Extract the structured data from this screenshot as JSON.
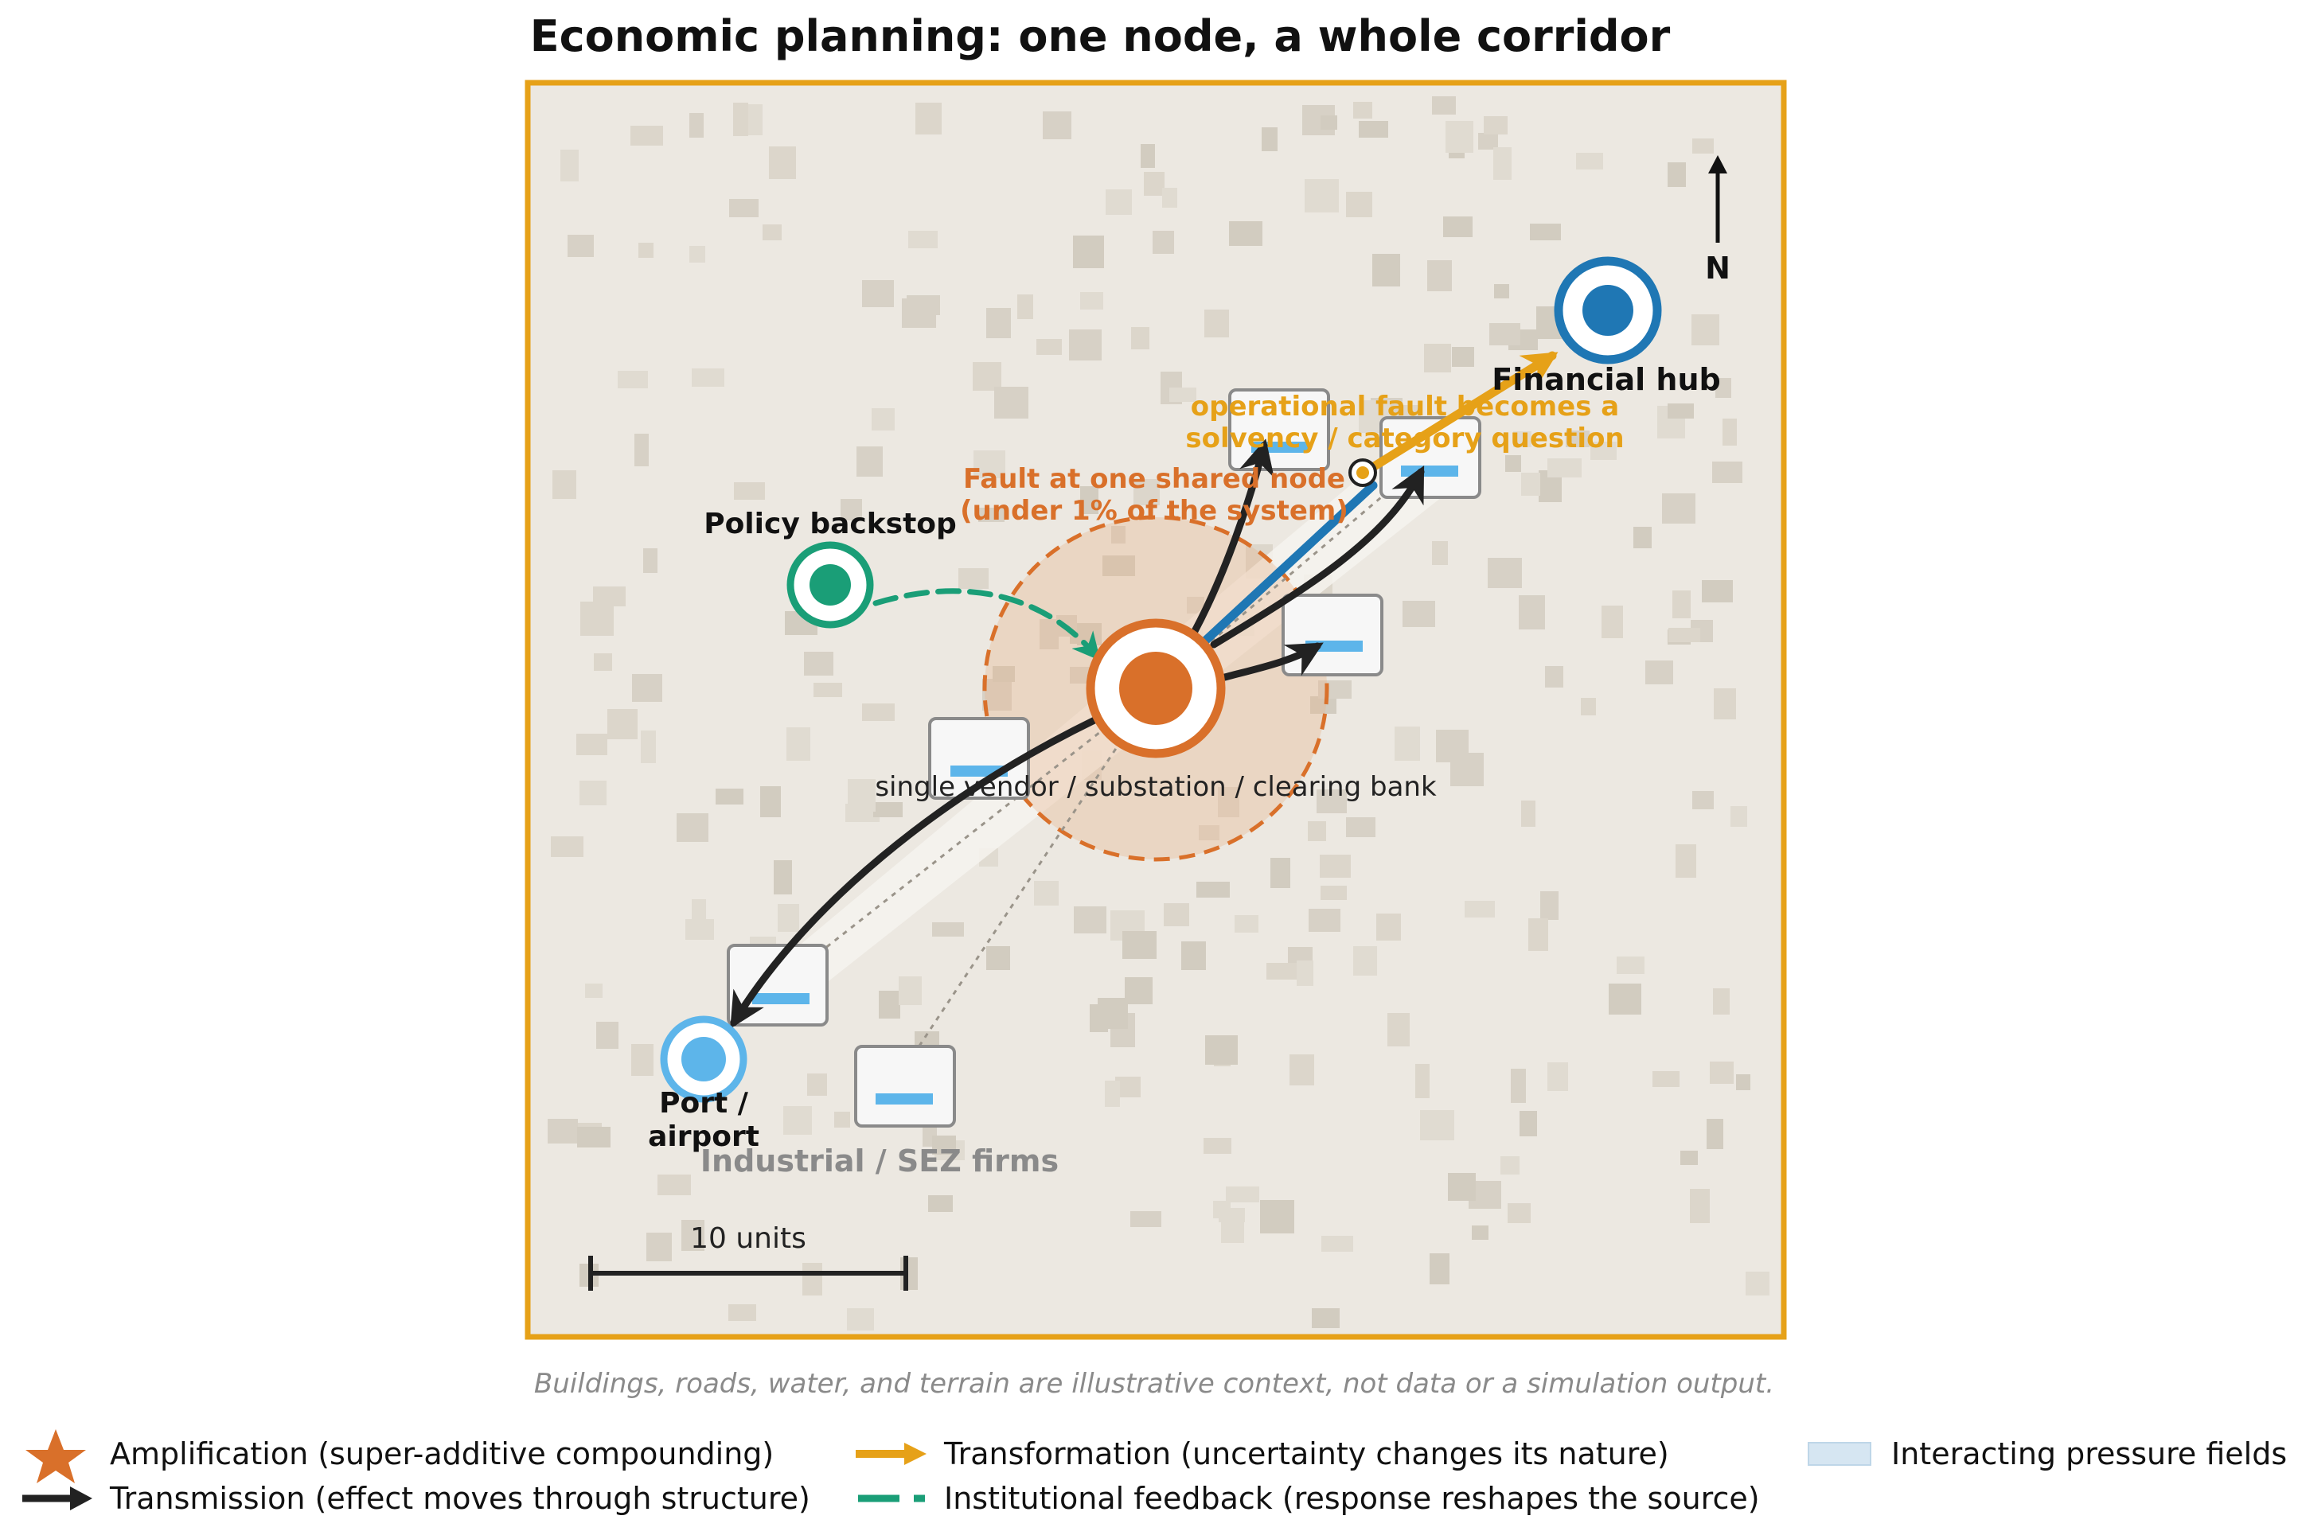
{
  "title": "Economic planning: one node, a whole corridor",
  "compass": {
    "label": "N"
  },
  "scale_bar": {
    "label": "10 units"
  },
  "nodes": {
    "financial_hub": {
      "label": "Financial hub"
    },
    "policy_backstop": {
      "label": "Policy backstop"
    },
    "port_airport": {
      "label_line1": "Port /",
      "label_line2": "airport"
    },
    "shared_node": {
      "label": "single vendor / substation / clearing bank"
    },
    "industrial": {
      "label": "Industrial / SEZ firms"
    }
  },
  "annotations": {
    "fault": {
      "line1": "Fault at one shared node",
      "line2": "(under 1% of the system)"
    },
    "transformation": {
      "line1": "operational fault becomes a",
      "line2": "solvency / category question"
    }
  },
  "caption": "Buildings, roads, water, and terrain are illustrative context, not data or a simulation output.",
  "legend": [
    {
      "label": "Amplification (super-additive compounding)",
      "icon": "star-icon"
    },
    {
      "label": "Transmission (effect moves through structure)",
      "icon": "arrow-icon"
    },
    {
      "label": "Transformation (uncertainty changes its nature)",
      "icon": "orange-arrow-icon"
    },
    {
      "label": "Institutional feedback (response reshapes the source)",
      "icon": "dashed-line-icon"
    },
    {
      "label": "Interacting pressure fields",
      "icon": "pressure-field-swatch"
    }
  ],
  "colors": {
    "frame": "#E6A118",
    "map_bg": "#ECE8E1",
    "building": "#D7D1C6",
    "fault": "#D9702A",
    "hub": "#1F77B4",
    "port": "#5DB5EA",
    "policy": "#1A9E77",
    "transform": "#E6A118",
    "arrow": "#222222",
    "caption": "#8A8A8A"
  }
}
